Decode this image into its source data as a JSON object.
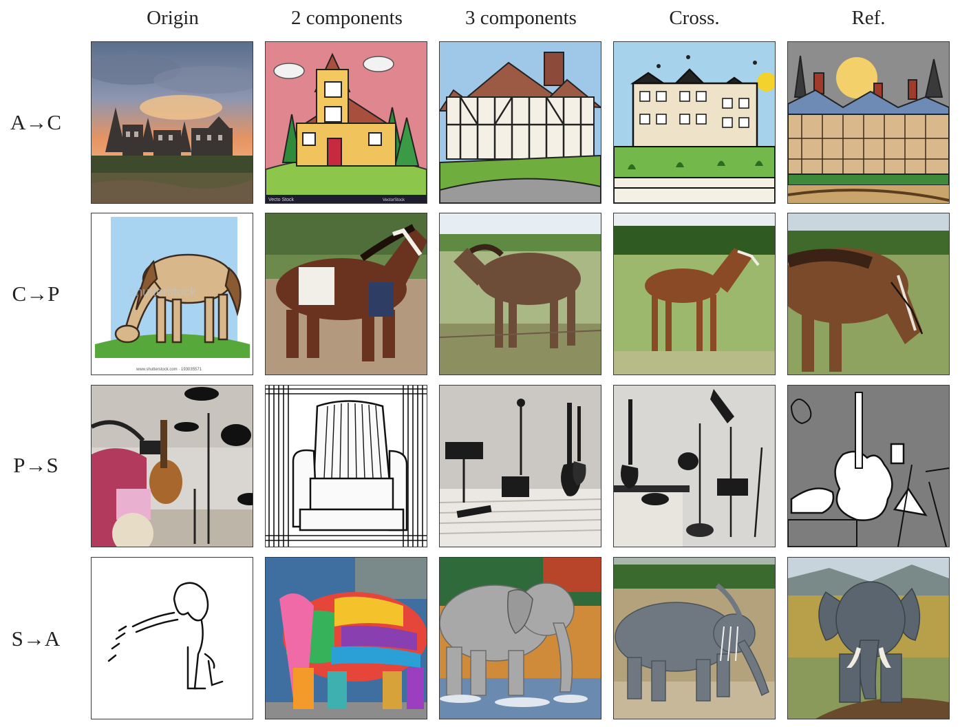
{
  "columns": [
    "Origin",
    "2 components",
    "3 components",
    "Cross.",
    "Ref."
  ],
  "rows": [
    {
      "label": "A→C",
      "thumbnails": [
        "Castle painting at sunset",
        "Cartoon house",
        "Tudor manor",
        "Manor with garden",
        "Illustrated castle"
      ]
    },
    {
      "label": "C→P",
      "thumbnails": [
        "Cartoon grazing horse",
        "Brown horse",
        "Horse in field",
        "Foal in meadow",
        "Horse grazing"
      ]
    },
    {
      "label": "P→S",
      "thumbnails": [
        "Bedroom with drums",
        "Armchair sketch",
        "Room with guitars",
        "Room with guitar and stand",
        "Guitar sketch"
      ]
    },
    {
      "label": "S→A",
      "thumbnails": [
        "Elephant sketch",
        "Colorful elephant",
        "Elephant in water",
        "Grey elephant",
        "Elephant painting"
      ]
    }
  ],
  "watermarks": {
    "house_left": "Vecto Stock",
    "house_right": "VectorStock",
    "horse_mark": "shutterstock",
    "horse_caption": "www.shutterstock.com · 193035571"
  },
  "colors": {
    "border": "#3a3a3a",
    "text": "#222222"
  }
}
